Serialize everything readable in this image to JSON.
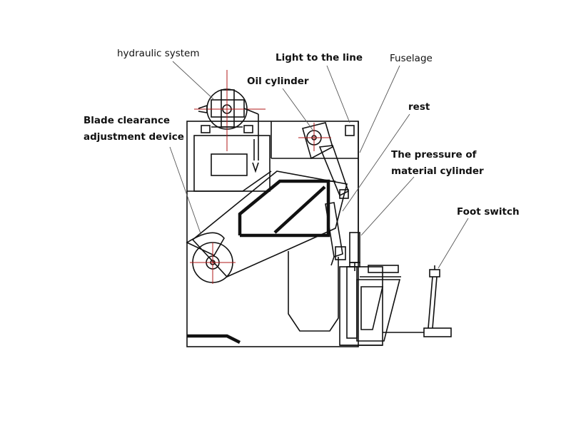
{
  "labels": {
    "hydraulic_system": "hydraulic system",
    "light_to_the_line": "Light to the line",
    "fuselage": "Fuselage",
    "oil_cylinder": "Oil cylinder",
    "rest": "rest",
    "blade_clearance_line1": "Blade clearance",
    "blade_clearance_line2": "adjustment device",
    "pressure_line1": "The pressure of",
    "pressure_line2": "material cylinder",
    "foot_switch": "Foot switch"
  },
  "colors": {
    "line": "#111111",
    "centerline": "#b01818",
    "background": "#ffffff"
  }
}
